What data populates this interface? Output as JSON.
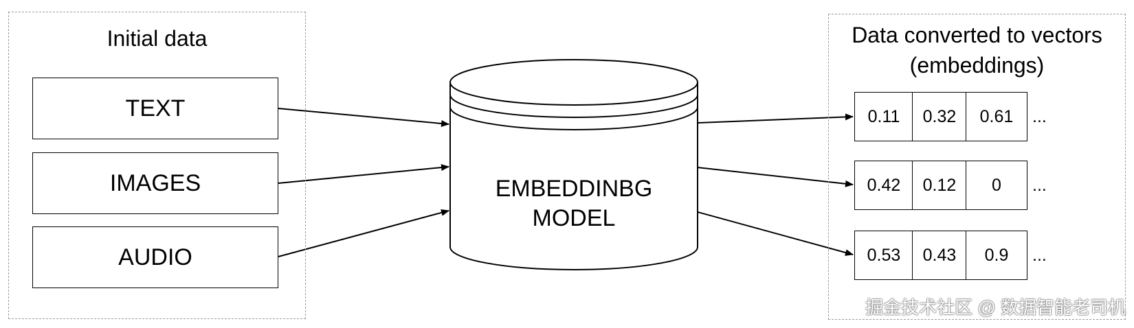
{
  "input_group": {
    "title": "Initial data",
    "items": [
      "TEXT",
      "IMAGES",
      "AUDIO"
    ]
  },
  "model": {
    "label_line1": "EMBEDDINBG",
    "label_line2": "MODEL"
  },
  "output_group": {
    "title_line1": "Data converted to vectors",
    "title_line2": "(embeddings)",
    "vectors": [
      {
        "values": [
          "0.11",
          "0.32",
          "0.61"
        ],
        "ellipsis": "..."
      },
      {
        "values": [
          "0.42",
          "0.12",
          "0"
        ],
        "ellipsis": "..."
      },
      {
        "values": [
          "0.53",
          "0.43",
          "0.9"
        ],
        "ellipsis": "..."
      }
    ]
  },
  "watermark": "掘金技术社区 @ 数据智能老司机"
}
